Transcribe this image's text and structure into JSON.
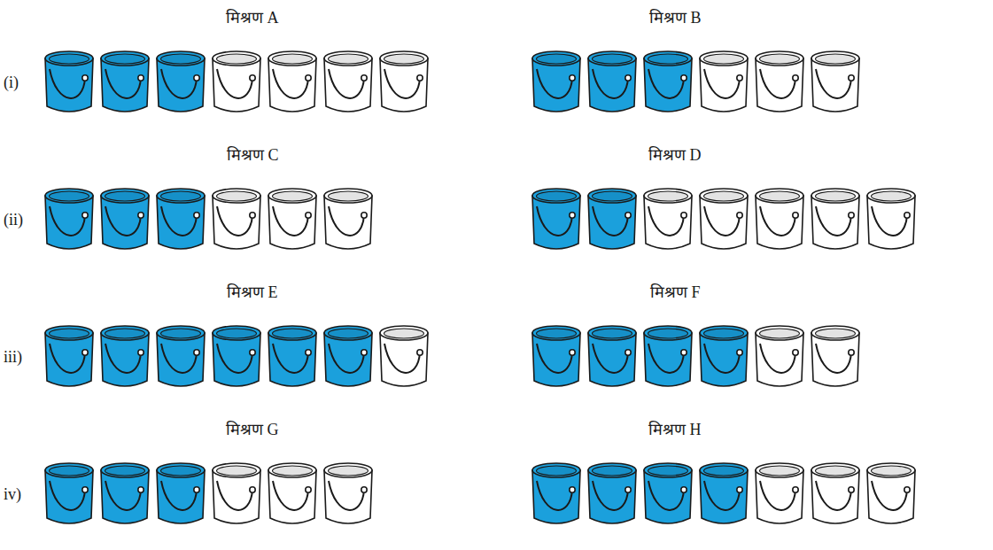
{
  "diagram": {
    "labels": [
      "मिश्रण A",
      "मिश्रण B",
      "(i)",
      "मिश्रण C",
      "मिश्रण D",
      "(ii)",
      "मिश्रण E",
      "मिश्रण F",
      "iii)",
      "मिश्रण G",
      "मिश्रण H",
      "iv)"
    ]
  }
}
